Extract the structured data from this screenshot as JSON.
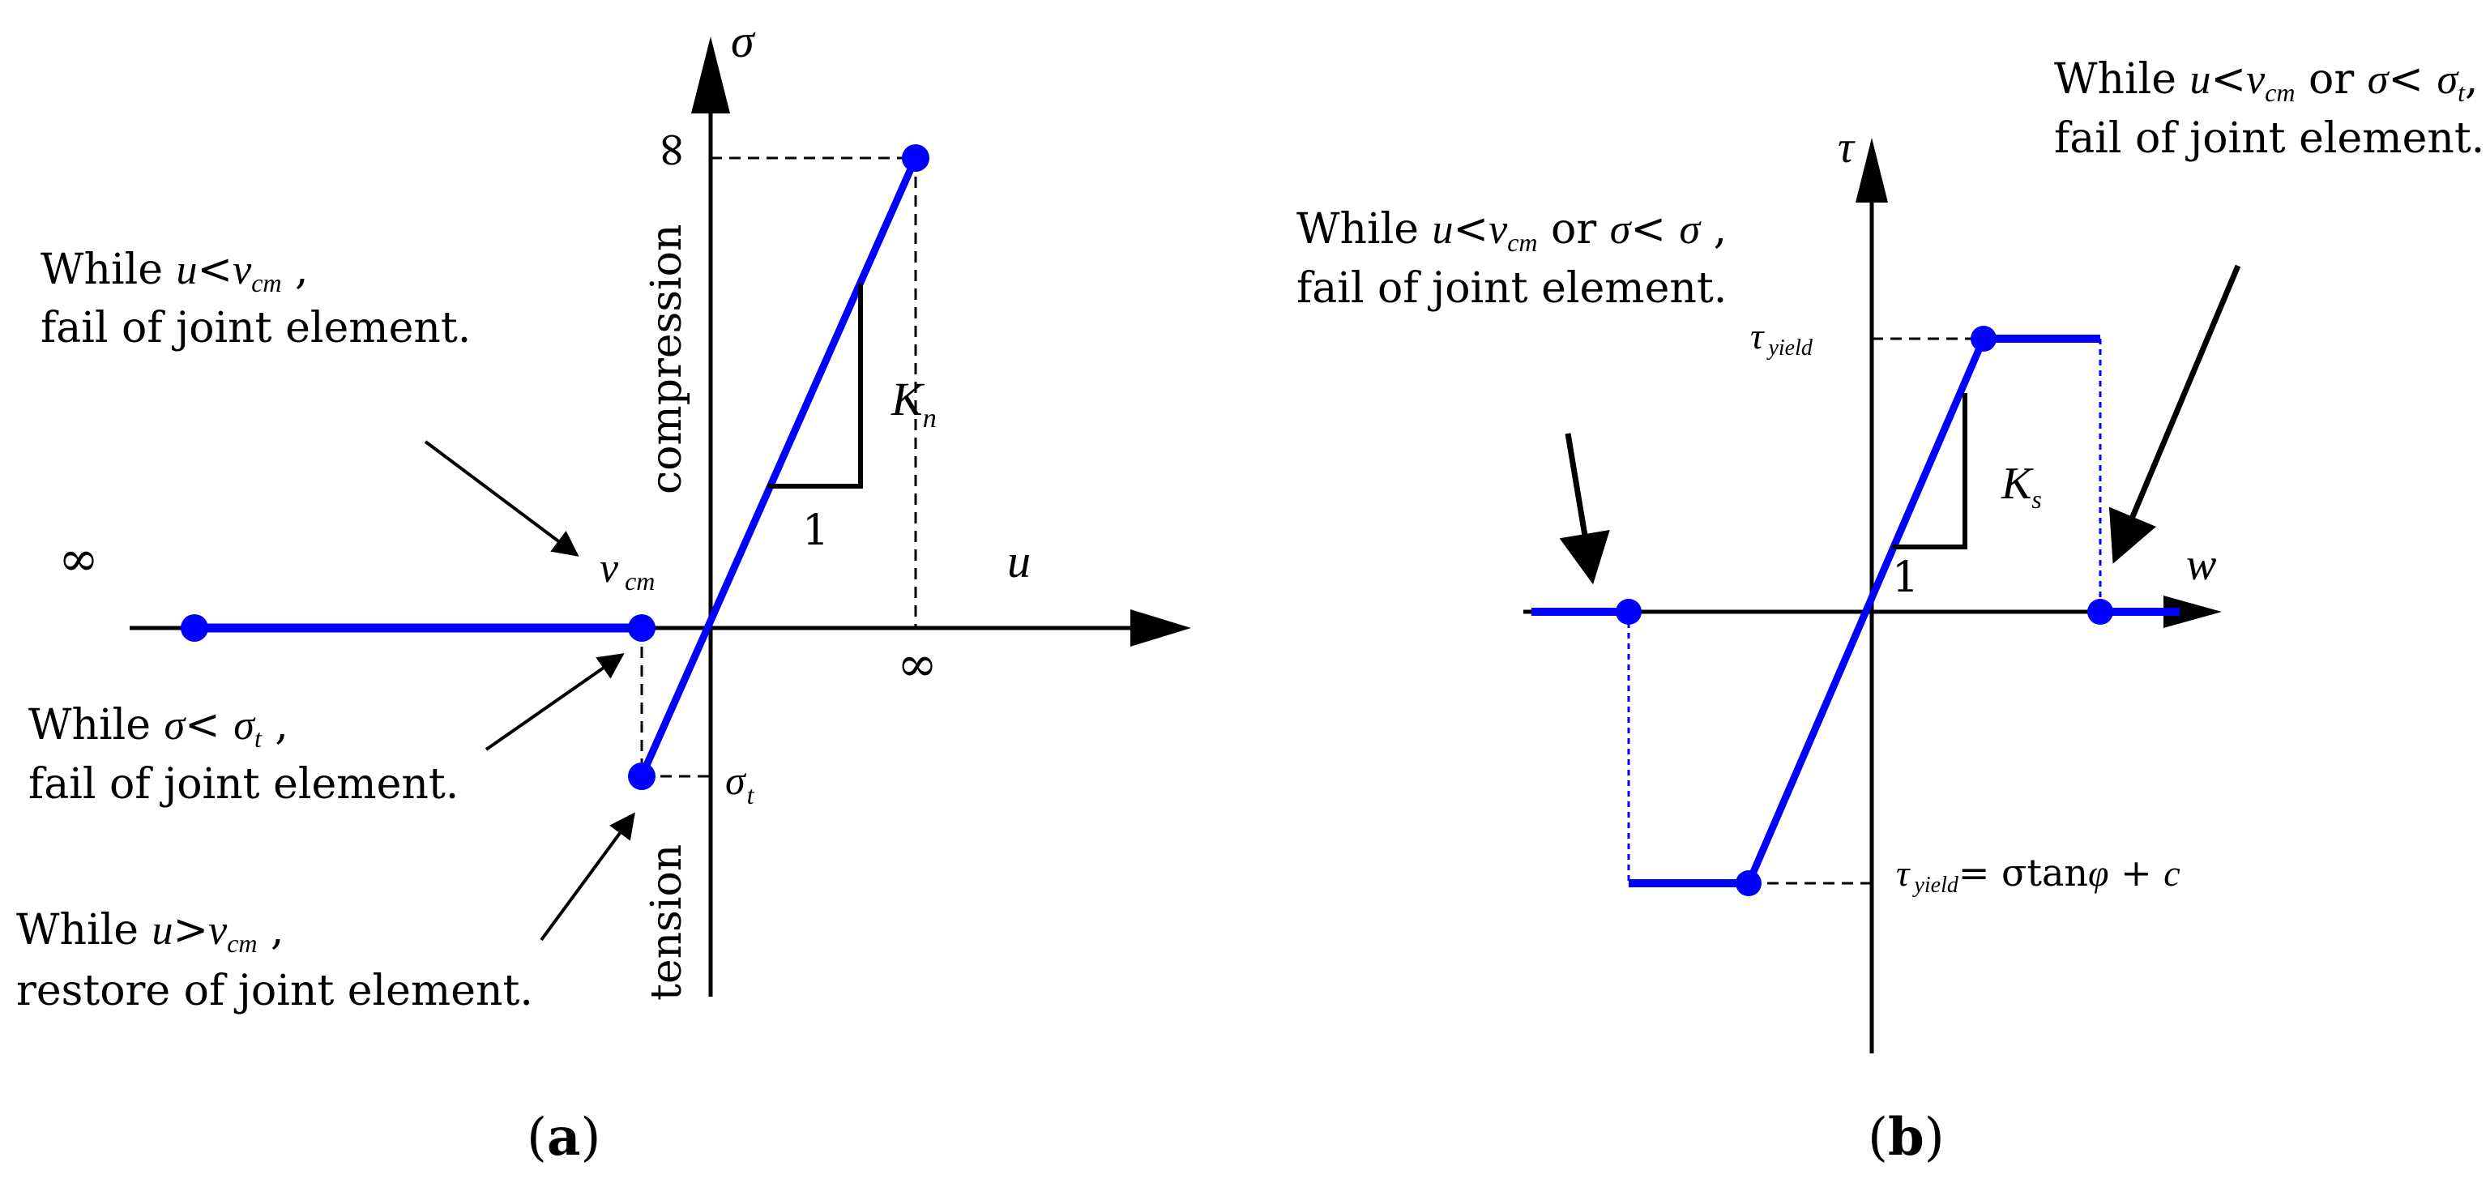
{
  "colors": {
    "curve": "#0000FF",
    "axis": "#000000",
    "guide": "#000000"
  },
  "panel_a": {
    "axis_sigma": "σ",
    "axis_u": "u",
    "infinity_left": "∞",
    "infinity_top": "∞",
    "infinity_bottom": "∞",
    "label_compression": "compression",
    "label_tension": "tension",
    "v_cm_v": "v",
    "v_cm_sub": "cm",
    "sigma_t_main": "σ",
    "sigma_t_sub": "t",
    "slope_K": "K",
    "slope_K_sub": "n",
    "slope_one": "1",
    "note1": {
      "prefix": "While ",
      "u": "u",
      "lt": "<",
      "v": "v",
      "sub": "cm",
      "suffix": " ,",
      "line2": "fail of joint element."
    },
    "note2": {
      "prefix": "While ",
      "sigma": "σ",
      "lt": "< ",
      "sigma2": "σ",
      "sub": "t",
      "suffix": " ,",
      "line2": "fail of joint element."
    },
    "note3": {
      "prefix": "While ",
      "u": "u",
      "gt": ">",
      "v": "v",
      "sub": "cm",
      "suffix": " ,",
      "line2": "restore of joint element."
    },
    "caption_open": "(",
    "caption_letter": "a",
    "caption_close": ")"
  },
  "panel_b": {
    "axis_tau": "τ",
    "axis_w": "w",
    "tau_yield_tau": "τ",
    "tau_yield_sub": "yield",
    "slope_K": "K",
    "slope_K_sub": "s",
    "slope_one": "1",
    "note_left": {
      "prefix": "While ",
      "u": "u",
      "lt": "<",
      "v": "v",
      "sub": "cm",
      "or": " or ",
      "sigma": "σ",
      "lt2": "< ",
      "sigma2": "σ",
      "suffix": " ,",
      "line2": "fail of joint element."
    },
    "note_right": {
      "prefix": "While ",
      "u": "u",
      "lt": "<",
      "v": "v",
      "sub": "cm",
      "or": " or ",
      "sigma": "σ",
      "lt2": "< ",
      "sigma2": "σ",
      "sub2": "t",
      "suffix": ",",
      "line2": "fail of joint element."
    },
    "formula": {
      "tau": "τ",
      "sub": "yield",
      "rest": "= σtan",
      "phi": "φ",
      "plus": " + ",
      "c": "c"
    },
    "caption_open": "(",
    "caption_letter": "b",
    "caption_close": ")"
  }
}
